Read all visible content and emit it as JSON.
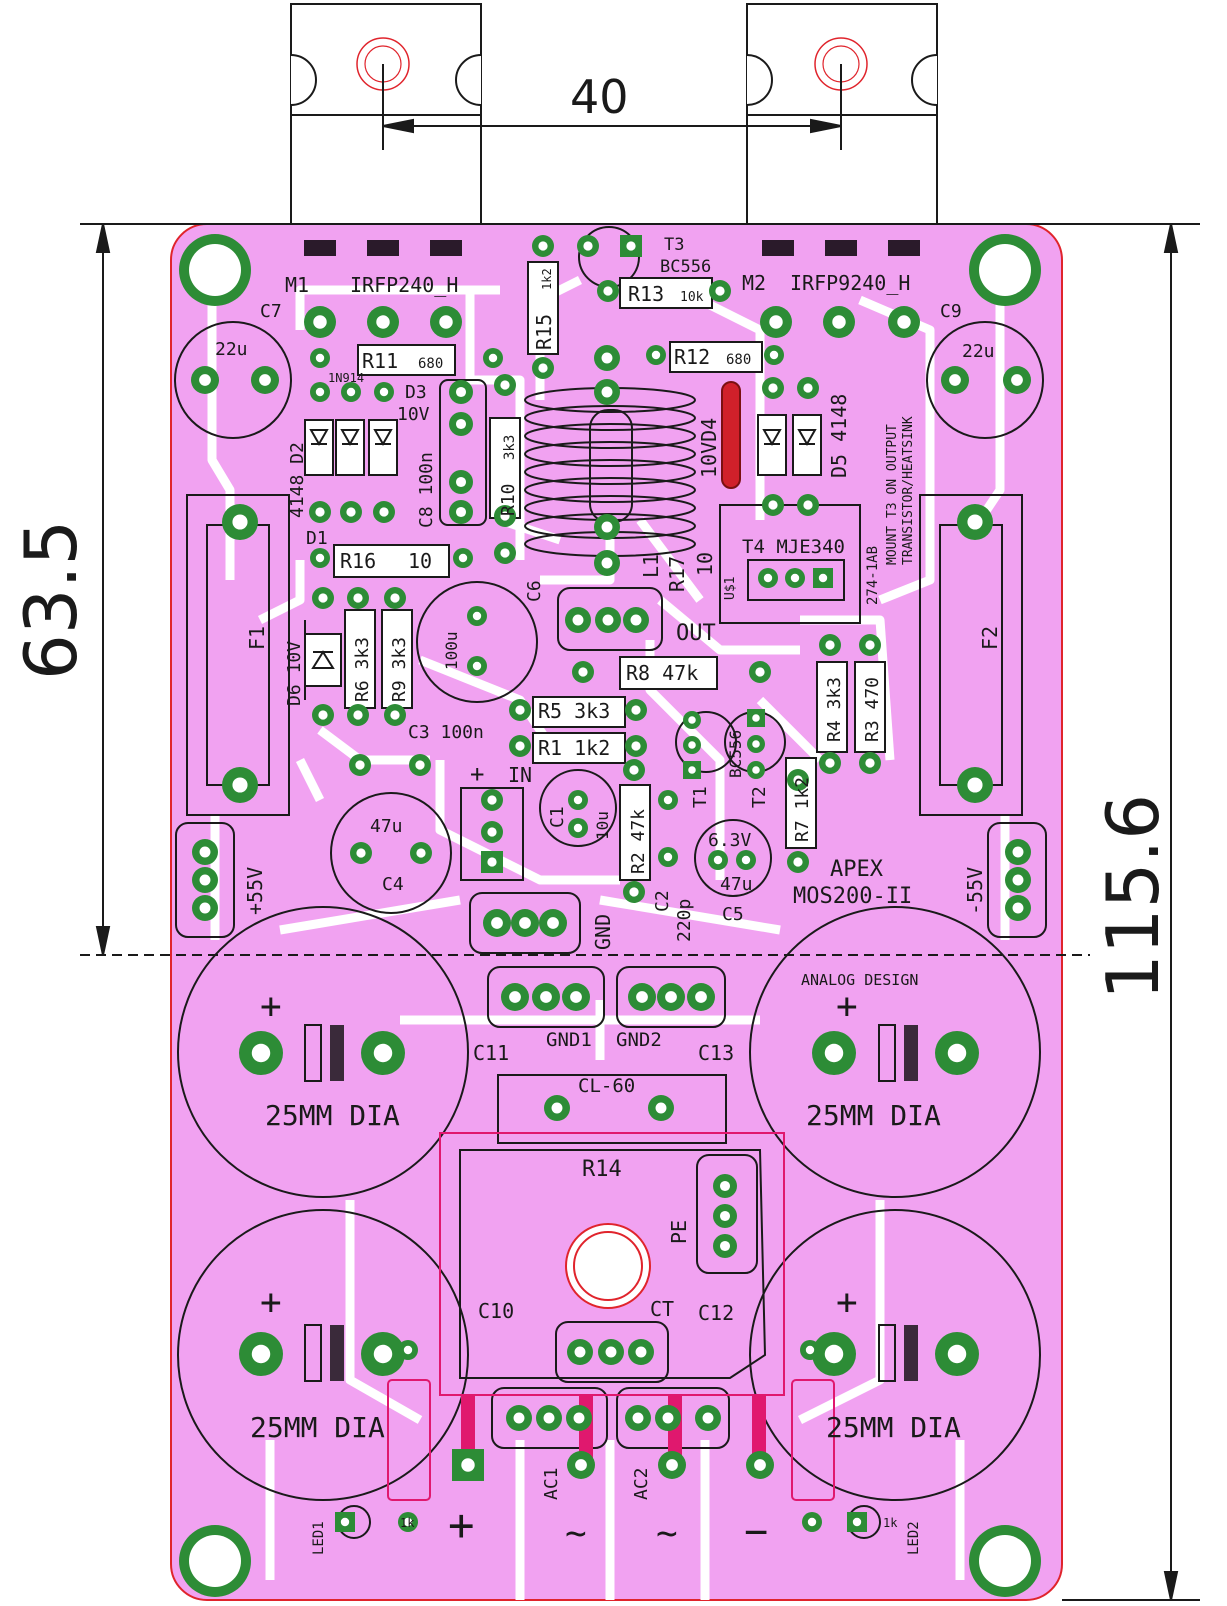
{
  "dimensions": {
    "width_label": "40",
    "height_label": "63.5",
    "total_height_label": "115.6"
  },
  "colors": {
    "board_fill": "#f1a2f1",
    "board_edge": "#e0242c",
    "trace": "#ffffff",
    "pad": "#2d8c36",
    "pad_hole": "#ffffff",
    "silk": "#1a1a1a",
    "jumper_red": "#d0202a",
    "jumper_pink": "#e0186e"
  },
  "labels": {
    "t3": "T3",
    "t3_type": "BC556",
    "m1": "M1",
    "m1_type": "IRFP240_H",
    "m2": "M2",
    "m2_type": "IRFP9240_H",
    "r13": "R13",
    "r13_val": "10k",
    "r15": "R15",
    "r15_val": "1k2",
    "r11": "R11",
    "r11_val": "680",
    "r12": "R12",
    "r12_val": "680",
    "c7": "C7",
    "c7_val": "22u",
    "c9": "C9",
    "c9_val": "22u",
    "d_1n914": "1N914",
    "d3": "D3",
    "d3_val": "10V",
    "d2": "4148 D2",
    "c8": "C8 100n",
    "r10": "R10",
    "r10_val": "3k3",
    "d4": "10VD4",
    "d5": "D5 4148",
    "mount_note1": "MOUNT T3 ON OUTPUT",
    "mount_note2": "TRANSISTOR/HEATSINK",
    "d1": "D1",
    "r16": "R16",
    "r16_val": "10",
    "c6": "C6",
    "c6_val": "100u",
    "l1": "L1",
    "r17": "R17",
    "r17_val": "10",
    "t4": "T4 MJE340",
    "t4_pkg": "274-1AB",
    "usi": "U$1",
    "out": "OUT",
    "f1": "F1",
    "f2": "F2",
    "d6": "D6 10V",
    "r6": "R6 3k3",
    "r9": "R9 3k3",
    "r8": "R8 47k",
    "r4": "R4 3k3",
    "r3": "R3 470",
    "r5": "R5 3k3",
    "c3": "C3 100n",
    "r1": "R1 1k2",
    "t1": "T1",
    "t1_type": "BC556",
    "t2": "T2",
    "plus_in": "+",
    "in": "IN",
    "c1": "C1",
    "c1_val": "10u",
    "r2": "R2 47k",
    "r7": "R7 1k2",
    "c4_val": "47u",
    "c4": "C4",
    "p55": "+55V",
    "m55": "-55V",
    "c5": "C5",
    "c5_val": "47u",
    "c5_volt": "6.3V",
    "c2": "C2",
    "c2_val": "220p",
    "apex": "APEX",
    "model": "MOS200-II",
    "gnd": "GND",
    "analog": "ANALOG DESIGN",
    "gnd1": "GND1",
    "gnd2": "GND2",
    "c11": "C11",
    "c13": "C13",
    "cl60": "CL-60",
    "cap_dia": "25MM DIA",
    "r14": "R14",
    "pe": "PE",
    "c10": "C10",
    "ct": "CT",
    "c12": "C12",
    "ac1": "AC1",
    "ac2": "AC2",
    "led1": "LED1",
    "led2": "LED2",
    "plus": "+",
    "minus": "−",
    "tilde": "~",
    "one_k": "1k"
  }
}
